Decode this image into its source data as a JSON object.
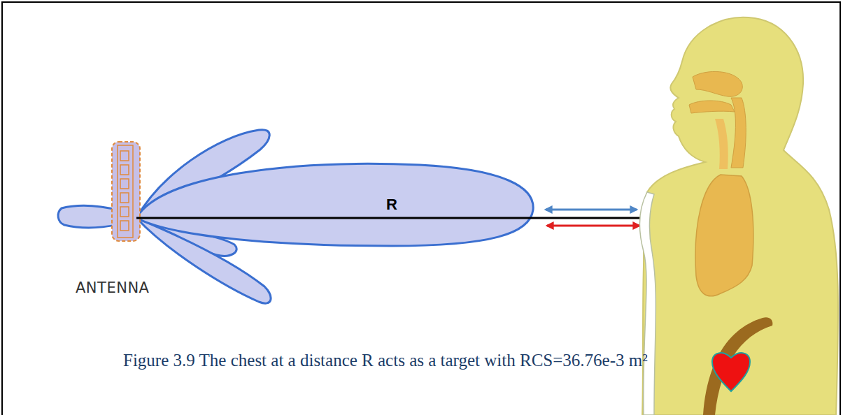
{
  "diagram": {
    "caption": "Figure 3.9 The chest at a distance R acts as a target with RCS=36.76e-3 m²",
    "labels": [
      "R",
      "ANTENNA"
    ]
  }
}
